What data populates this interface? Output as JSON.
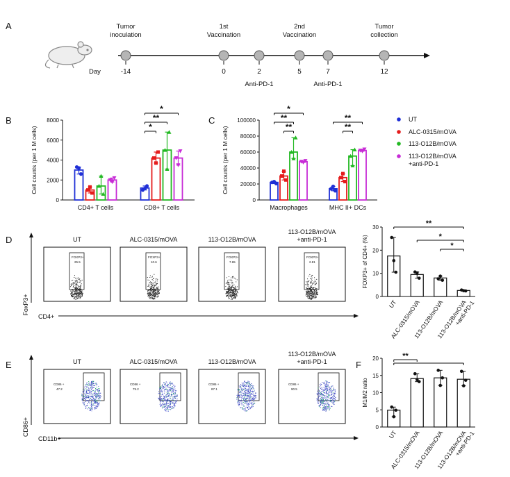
{
  "panels": {
    "A": {
      "letter": "A",
      "day_label": "Day",
      "events": [
        {
          "day": "-14",
          "top": "Tumor\ninoculation",
          "bottom": ""
        },
        {
          "day": "0",
          "top": "1st\nVaccination",
          "bottom": ""
        },
        {
          "day": "2",
          "top": "",
          "bottom": "Anti-PD-1"
        },
        {
          "day": "5",
          "top": "2nd\nVaccination",
          "bottom": ""
        },
        {
          "day": "7",
          "top": "",
          "bottom": "Anti-PD-1"
        },
        {
          "day": "12",
          "top": "Tumor\ncollection",
          "bottom": ""
        }
      ]
    },
    "B": {
      "letter": "B"
    },
    "C": {
      "letter": "C"
    },
    "D": {
      "letter": "D",
      "flow_titles": [
        "UT",
        "ALC-0315/mOVA",
        "113-O12B/mOVA",
        "113-O12B/mOVA\n+anti-PD-1"
      ],
      "gate_label": "FOXP3+",
      "gate_values": [
        "25.5",
        "10.6",
        "7.65",
        "2.81"
      ],
      "x_axis": "CD4+",
      "y_axis": "FoxP3+"
    },
    "E": {
      "letter": "E",
      "flow_titles": [
        "UT",
        "ALC-0315/mOVA",
        "113-O12B/mOVA",
        "113-O12B/mOVA\n+anti-PD-1"
      ],
      "gate_label": "CD86 +",
      "gate_values": [
        "47.2",
        "75.2",
        "87.1",
        "90.5"
      ],
      "x_axis": "CD11b+",
      "y_axis": "CD86+"
    },
    "F": {
      "letter": "F"
    }
  },
  "legend": [
    {
      "name": "UT",
      "color": "#1f2fd6"
    },
    {
      "name": "ALC-0315/mOVA",
      "color": "#e51c1c"
    },
    {
      "name": "113-O12B/mOVA",
      "color": "#22b822"
    },
    {
      "name": "113-O12B/mOVA\n+anti-PD-1",
      "color": "#c72bd6"
    }
  ],
  "chart_data": [
    {
      "id": "B",
      "type": "bar",
      "categories": [
        "CD4+ T cells",
        "CD8+ T cells"
      ],
      "ylabel": "Cell counts (per 1 M cells)",
      "ylim": [
        0,
        8000
      ],
      "yticks": [
        "0",
        "2000",
        "4000",
        "6000",
        "8000"
      ],
      "series": [
        {
          "name": "UT",
          "values": [
            3000,
            1200
          ],
          "points": [
            [
              3300,
              2600,
              3200
            ],
            [
              1000,
              1400,
              1150
            ]
          ]
        },
        {
          "name": "ALC-0315/mOVA",
          "values": [
            1000,
            4200
          ],
          "points": [
            [
              1000,
              700,
              1300
            ],
            [
              4200,
              4800,
              3700
            ]
          ]
        },
        {
          "name": "113-O12B/mOVA",
          "values": [
            1400,
            5000
          ],
          "points": [
            [
              1400,
              600,
              2400
            ],
            [
              5000,
              6800,
              3100
            ]
          ]
        },
        {
          "name": "113-O12B/mOVA\n+anti-PD-1",
          "values": [
            2000,
            4200
          ],
          "points": [
            [
              2000,
              2200,
              1800
            ],
            [
              4200,
              4900,
              3500
            ]
          ]
        }
      ],
      "significance": [
        {
          "cat": 1,
          "from": 0,
          "to": 1,
          "label": "*"
        },
        {
          "cat": 1,
          "from": 0,
          "to": 2,
          "label": "**"
        },
        {
          "cat": 1,
          "from": 0,
          "to": 3,
          "label": "*"
        }
      ]
    },
    {
      "id": "C",
      "type": "bar",
      "categories": [
        "Macrophages",
        "MHC II+ DCs"
      ],
      "ylabel": "Cell counts (per 1 M cells)",
      "ylim": [
        0,
        100000
      ],
      "yticks": [
        "0",
        "20000",
        "40000",
        "60000",
        "80000",
        "100000"
      ],
      "series": [
        {
          "name": "UT",
          "values": [
            22000,
            14000
          ],
          "points": [
            [
              22000,
              20500,
              23000
            ],
            [
              14000,
              11500,
              17000
            ]
          ]
        },
        {
          "name": "ALC-0315/mOVA",
          "values": [
            30000,
            28000
          ],
          "points": [
            [
              30000,
              25000,
              36000
            ],
            [
              28000,
              23000,
              33000
            ]
          ]
        },
        {
          "name": "113-O12B/mOVA",
          "values": [
            60000,
            55000
          ],
          "points": [
            [
              60000,
              78000,
              52000
            ],
            [
              55000,
              63000,
              43000
            ]
          ]
        },
        {
          "name": "113-O12B/mOVA\n+anti-PD-1",
          "values": [
            48000,
            62000
          ],
          "points": [
            [
              48000,
              49000,
              47000
            ],
            [
              62000,
              63500,
              61000
            ]
          ]
        }
      ],
      "significance": [
        {
          "cat": 0,
          "from": 1,
          "to": 2,
          "label": "**"
        },
        {
          "cat": 0,
          "from": 0,
          "to": 2,
          "label": "**"
        },
        {
          "cat": 0,
          "from": 0,
          "to": 3,
          "label": "*"
        },
        {
          "cat": 1,
          "from": 1,
          "to": 2,
          "label": "**"
        },
        {
          "cat": 1,
          "from": 0,
          "to": 3,
          "label": "**"
        }
      ]
    },
    {
      "id": "D",
      "type": "bar",
      "categories": [
        "UT",
        "ALC-0315/mOVA",
        "113-O12B/mOVA",
        "113-O12B/mOVA\n+anti-PD-1"
      ],
      "ylabel": "FOXP3+ of CD4+ (%)",
      "ylim": [
        0,
        30
      ],
      "yticks": [
        "0",
        "10",
        "20",
        "30"
      ],
      "values": [
        17.5,
        9.5,
        8,
        2.6
      ],
      "points": [
        [
          25.5,
          10.5,
          15.5
        ],
        [
          10.6,
          7.9,
          10.2
        ],
        [
          7.65,
          7.0,
          8.8
        ],
        [
          2.8,
          2.4,
          2.5
        ]
      ],
      "significance": [
        {
          "from": 0,
          "to": 3,
          "label": "**"
        },
        {
          "from": 1,
          "to": 3,
          "label": "*"
        },
        {
          "from": 2,
          "to": 3,
          "label": "*"
        }
      ]
    },
    {
      "id": "F",
      "type": "bar",
      "categories": [
        "UT",
        "ALC-0315/mOVA",
        "113-O12B/mOVA",
        "113-O12B/mOVA\n+anti-PD-1"
      ],
      "ylabel": "M1/M2 ratio",
      "ylim": [
        0,
        20
      ],
      "yticks": [
        "0",
        "5",
        "10",
        "15",
        "20"
      ],
      "values": [
        4.9,
        14.1,
        14.3,
        13.9
      ],
      "points": [
        [
          5.8,
          4.9,
          3.0
        ],
        [
          15.5,
          13.2,
          13.8
        ],
        [
          16.5,
          14.3,
          12.1
        ],
        [
          16.2,
          13.6,
          12.0
        ]
      ],
      "significance": [
        {
          "from": 0,
          "to": 1,
          "label": "**"
        },
        {
          "from": 0,
          "to": 3,
          "label": ""
        }
      ]
    }
  ]
}
